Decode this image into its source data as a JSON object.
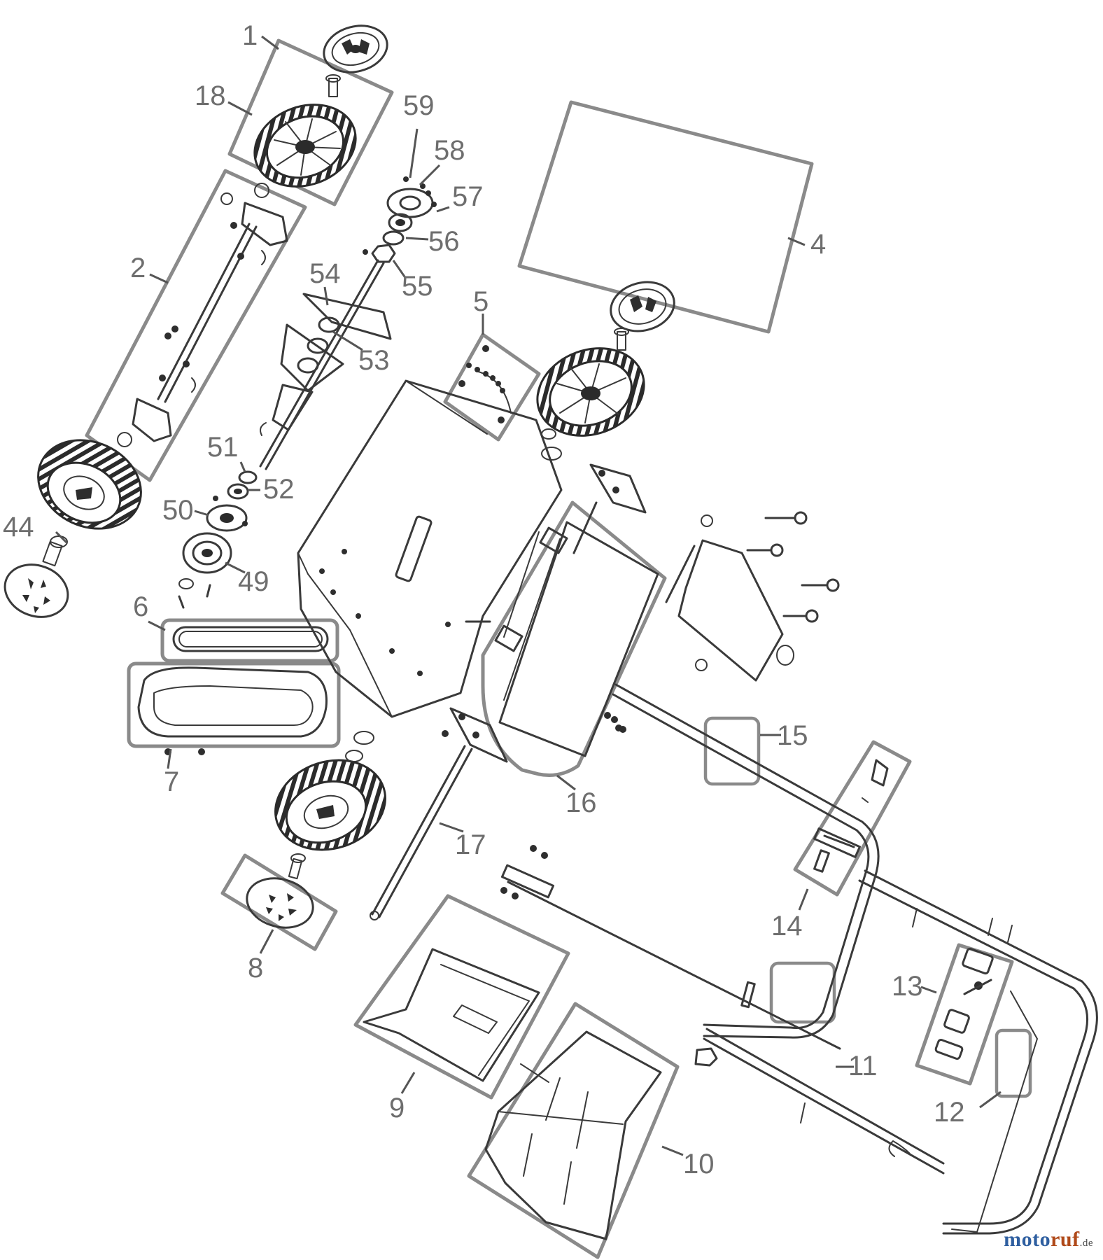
{
  "diagram": {
    "callouts": {
      "p1": "1",
      "p2": "2",
      "p4": "4",
      "p5": "5",
      "p6": "6",
      "p7": "7",
      "p8": "8",
      "p9": "9",
      "p10": "10",
      "p11": "11",
      "p12": "12",
      "p13": "13",
      "p14": "14",
      "p15": "15",
      "p16": "16",
      "p17": "17",
      "p18": "18",
      "p44": "44",
      "p49": "49",
      "p50": "50",
      "p51": "51",
      "p52": "52",
      "p53": "53",
      "p54": "54",
      "p55": "55",
      "p56": "56",
      "p57": "57",
      "p58": "58",
      "p59": "59"
    }
  },
  "watermark": {
    "part1": "moto",
    "part2": "ruf",
    "suffix": ".de"
  },
  "colors": {
    "line": "#3a3a3a",
    "callout": "#6e6e6e",
    "group_box": "#8a8a8a",
    "brand_blue": "#2f5fa0",
    "brand_orange": "#b04a1a"
  }
}
